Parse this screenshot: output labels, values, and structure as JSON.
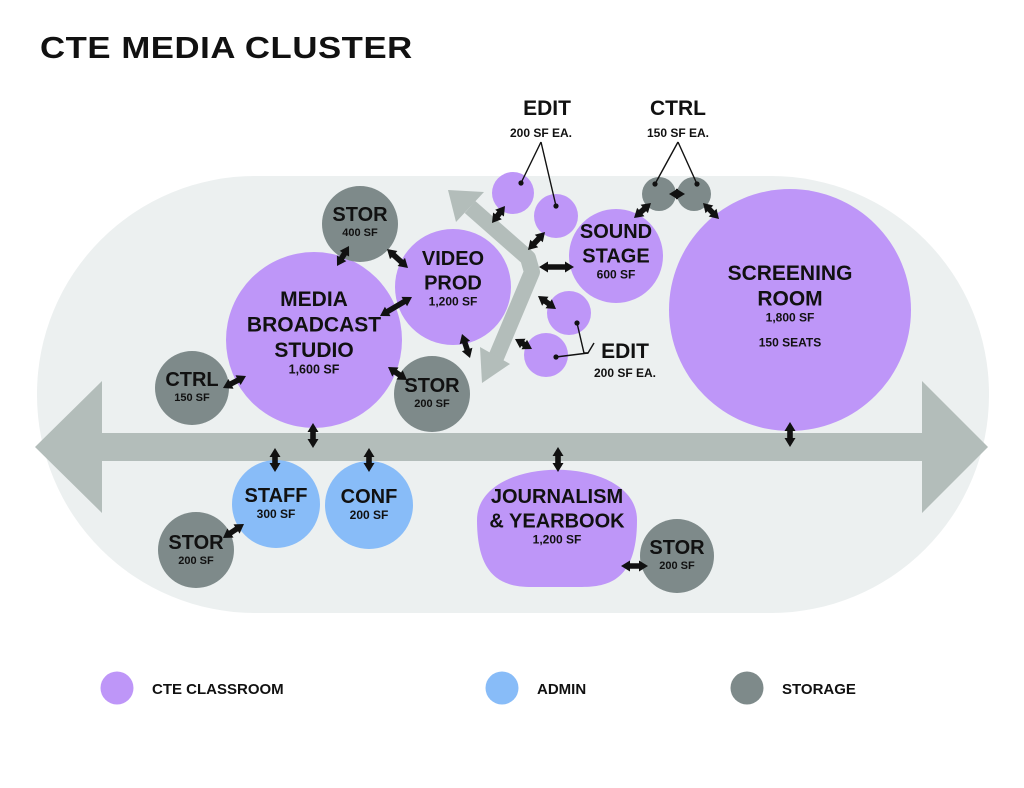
{
  "title": "CTE MEDIA CLUSTER",
  "colors": {
    "cte_classroom": "#BE96F8",
    "admin": "#88BCF8",
    "storage": "#7E8A8A",
    "zone_background": "#ECF0F0",
    "circulation_arrow": "#B3BDBA",
    "connector": "#111111"
  },
  "spaces": [
    {
      "id": "media-broadcast-studio",
      "type": "cte_classroom",
      "name_lines": [
        "MEDIA",
        "BROADCAST",
        "STUDIO"
      ],
      "area": "1,600 SF"
    },
    {
      "id": "video-prod",
      "type": "cte_classroom",
      "name_lines": [
        "VIDEO",
        "PROD"
      ],
      "area": "1,200 SF"
    },
    {
      "id": "stor-400",
      "type": "storage",
      "name_lines": [
        "STOR"
      ],
      "area": "400 SF"
    },
    {
      "id": "ctrl-150",
      "type": "storage",
      "name_lines": [
        "CTRL"
      ],
      "area": "150 SF"
    },
    {
      "id": "stor-200-studio",
      "type": "storage",
      "name_lines": [
        "STOR"
      ],
      "area": "200 SF"
    },
    {
      "id": "sound-stage",
      "type": "cte_classroom",
      "name_lines": [
        "SOUND",
        "STAGE"
      ],
      "area": "600 SF"
    },
    {
      "id": "edit-1",
      "type": "cte_classroom",
      "name_lines": [],
      "area": ""
    },
    {
      "id": "edit-2",
      "type": "cte_classroom",
      "name_lines": [],
      "area": ""
    },
    {
      "id": "edit-3",
      "type": "cte_classroom",
      "name_lines": [],
      "area": ""
    },
    {
      "id": "edit-4",
      "type": "cte_classroom",
      "name_lines": [],
      "area": ""
    },
    {
      "id": "ctrl-a",
      "type": "storage",
      "name_lines": [],
      "area": ""
    },
    {
      "id": "ctrl-b",
      "type": "storage",
      "name_lines": [],
      "area": ""
    },
    {
      "id": "screening-room",
      "type": "cte_classroom",
      "name_lines": [
        "SCREENING",
        "ROOM"
      ],
      "area": "1,800 SF",
      "note": "150 SEATS"
    },
    {
      "id": "staff",
      "type": "admin",
      "name_lines": [
        "STAFF"
      ],
      "area": "300 SF"
    },
    {
      "id": "conf",
      "type": "admin",
      "name_lines": [
        "CONF"
      ],
      "area": "200 SF"
    },
    {
      "id": "stor-200-staff",
      "type": "storage",
      "name_lines": [
        "STOR"
      ],
      "area": "200 SF"
    },
    {
      "id": "journalism-yearbook",
      "type": "cte_classroom",
      "name_lines": [
        "JOURNALISM",
        "& YEARBOOK"
      ],
      "area": "1,200 SF"
    },
    {
      "id": "stor-200-journalism",
      "type": "storage",
      "name_lines": [
        "STOR"
      ],
      "area": "200 SF"
    }
  ],
  "callouts": [
    {
      "id": "edit-top",
      "name": "EDIT",
      "area": "200 SF EA.",
      "targets": [
        "edit-1",
        "edit-2"
      ]
    },
    {
      "id": "ctrl-top",
      "name": "CTRL",
      "area": "150 SF EA.",
      "targets": [
        "ctrl-a",
        "ctrl-b"
      ]
    },
    {
      "id": "edit-bottom",
      "name": "EDIT",
      "area": "200 SF EA.",
      "targets": [
        "edit-3",
        "edit-4"
      ]
    }
  ],
  "legend": [
    {
      "key": "cte_classroom",
      "label": "CTE CLASSROOM"
    },
    {
      "key": "admin",
      "label": "ADMIN"
    },
    {
      "key": "storage",
      "label": "STORAGE"
    }
  ]
}
